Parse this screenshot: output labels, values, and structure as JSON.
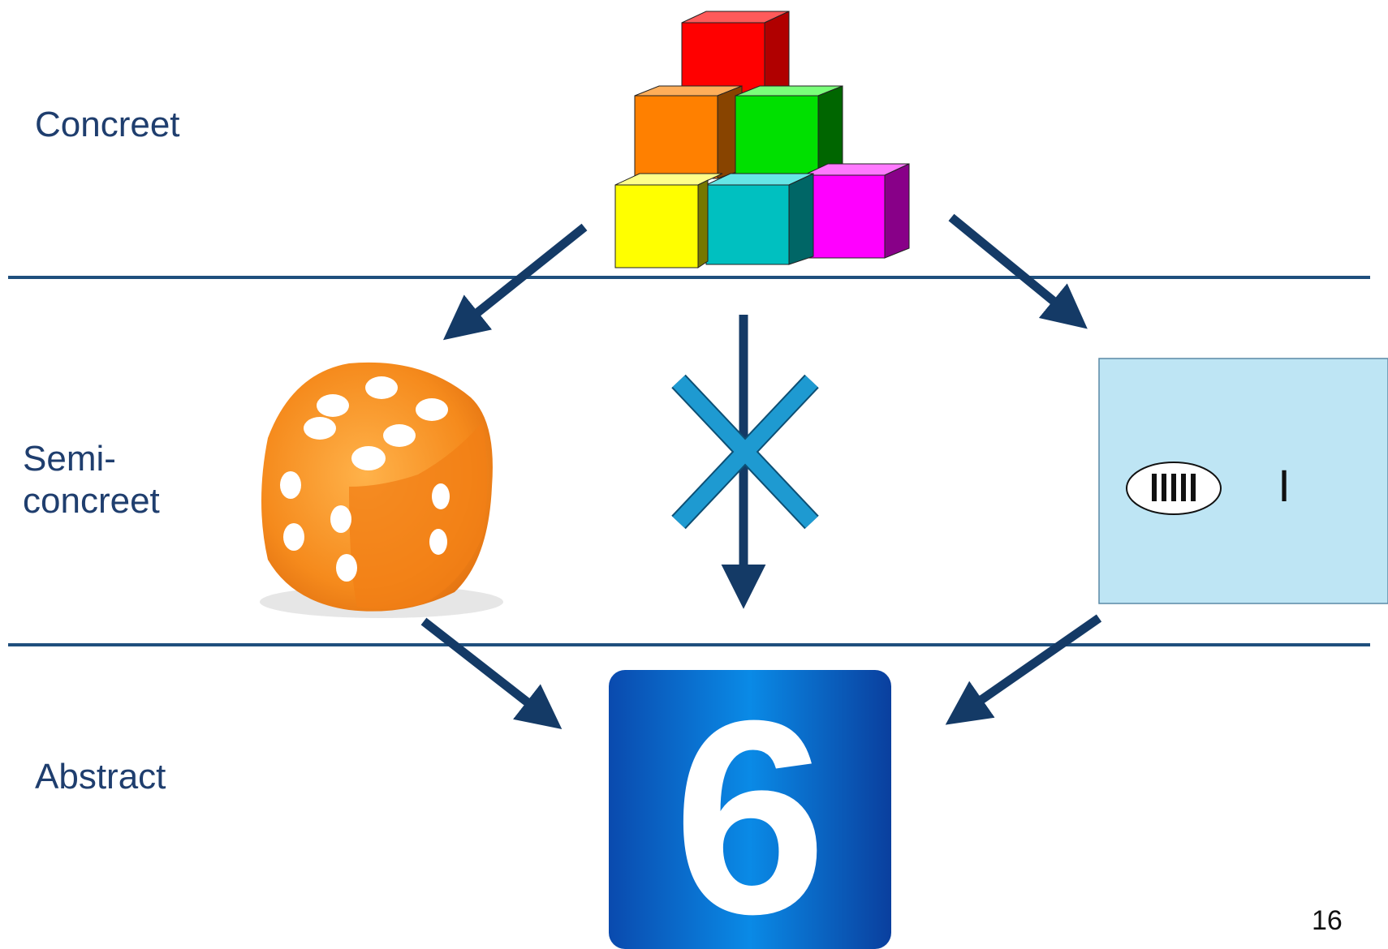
{
  "levels": {
    "concrete": "Concreet",
    "semi_line1": "Semi-",
    "semi_line2": "concreet",
    "abstract": "Abstract"
  },
  "page_number": "16",
  "tally_mark": "I",
  "number_tile": "6",
  "colors": {
    "label": "#1f3e6e",
    "arrow": "#143a66",
    "divider": "#1f4f7d",
    "cross": "#1e9ad1",
    "tally_panel": "#bee5f4",
    "tile": "#0a5fc7"
  }
}
